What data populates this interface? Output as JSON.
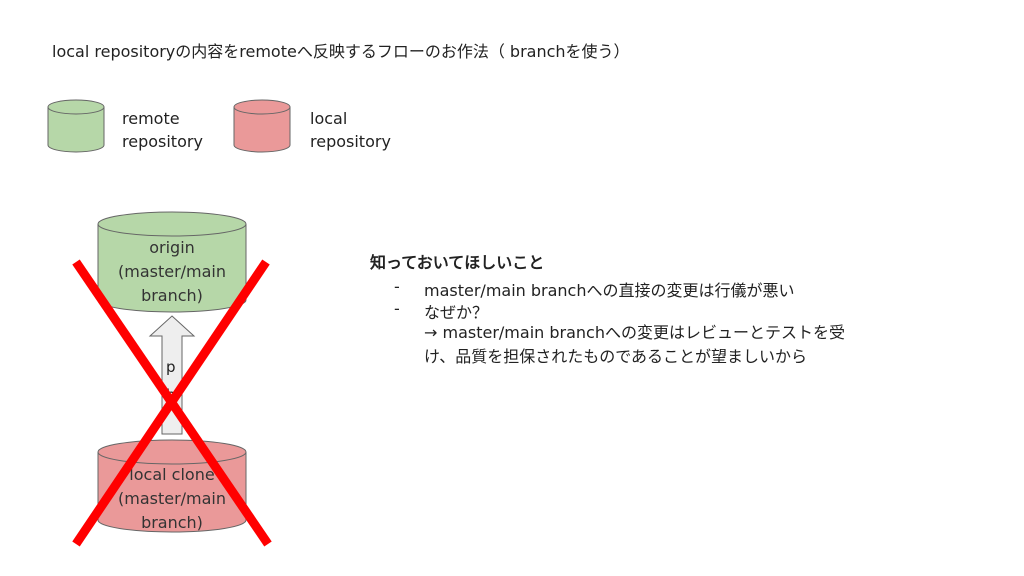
{
  "title": "local repositoryの内容をremoteへ反映するフローのお作法（ branchを使う）",
  "legend": {
    "remote_line1": "remote",
    "remote_line2": "repository",
    "local_line1": "local",
    "local_line2": "repository"
  },
  "origin": {
    "line1": "origin",
    "line2": "(master/main",
    "line3": "branch)"
  },
  "local_clone": {
    "line1": "local clone",
    "line2": "(master/main",
    "line3": "branch)"
  },
  "notes": {
    "heading": "知っておいてほしいこと",
    "bullets": [
      {
        "dash": "-",
        "text": "master/main branchへの直接の変更は行儀が悪い"
      },
      {
        "dash": "-",
        "text": "なぜか？"
      }
    ],
    "reason_line1": "→ master/main branchへの変更はレビューとテストを受",
    "reason_line2": "け、品質を担保されたものであることが望ましいから"
  },
  "colors": {
    "remote_fill": "#b6d7a8",
    "local_fill": "#ea9999",
    "stroke": "#666666",
    "cross": "#ff0000",
    "arrow_fill": "#eeeeee"
  }
}
